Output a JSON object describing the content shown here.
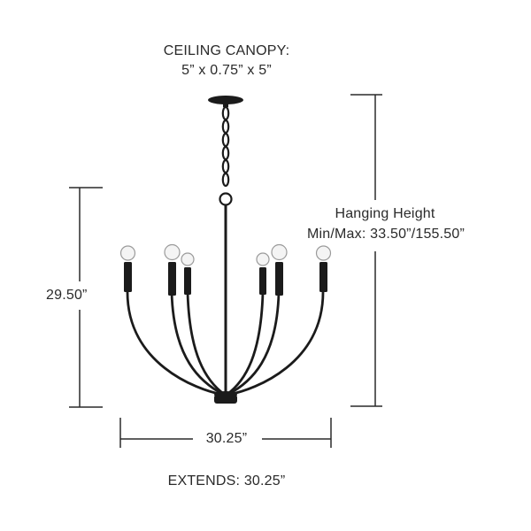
{
  "canopy": {
    "title": "CEILING CANOPY:",
    "dimensions": "5” x 0.75” x 5”"
  },
  "hanging": {
    "title": "Hanging Height",
    "minmax": "Min/Max: 33.50”/155.50”"
  },
  "height": "29.50”",
  "width": "30.25”",
  "extends": "EXTENDS: 30.25”",
  "colors": {
    "fixture": "#1b1b1b",
    "dimension_line": "#2a2a2a",
    "bulb_fill": "#f4f4f4",
    "bulb_stroke": "#9a9a9a"
  }
}
